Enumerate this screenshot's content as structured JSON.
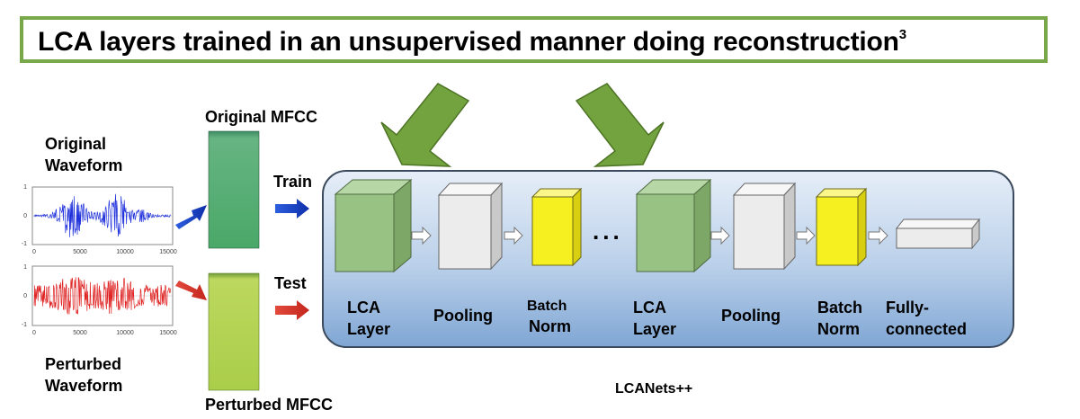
{
  "banner": {
    "text": "LCA layers trained in an unsupervised manner doing reconstruction",
    "sup": "3"
  },
  "waveforms": {
    "original_line1": "Original",
    "original_line2": "Waveform",
    "perturbed_line1": "Perturbed",
    "perturbed_line2": "Waveform",
    "y_ticks": [
      "1",
      "0",
      "-1"
    ],
    "x_ticks": [
      "0",
      "5000",
      "10000",
      "15000"
    ]
  },
  "mfcc": {
    "original_label": "Original MFCC",
    "perturbed_label": "Perturbed MFCC"
  },
  "flow": {
    "train": "Train",
    "test": "Test",
    "ellipsis": "..."
  },
  "layers": {
    "lca1_line1": "LCA",
    "lca1_line2": "Layer",
    "pool1": "Pooling",
    "bn1_line1": "Batch",
    "bn1_line2": "Norm",
    "lca2_line1": "LCA",
    "lca2_line2": "Layer",
    "pool2": "Pooling",
    "bn2_line1": "Batch",
    "bn2_line2": "Norm",
    "fc_line1": "Fully-",
    "fc_line2": "connected"
  },
  "model_name": "LCANets++",
  "colors": {
    "banner_border": "#78a84a",
    "arrow_green": "#73a33f",
    "lca_green": "#9cc685",
    "pool_gray": "#ececec",
    "bn_yellow": "#f7f021",
    "panel_blue": "#b7cde8",
    "original_wave": "#2233dd",
    "perturbed_wave": "#e02424",
    "original_mfcc": "#5fb077",
    "perturbed_mfcc": "#b5d35a"
  }
}
